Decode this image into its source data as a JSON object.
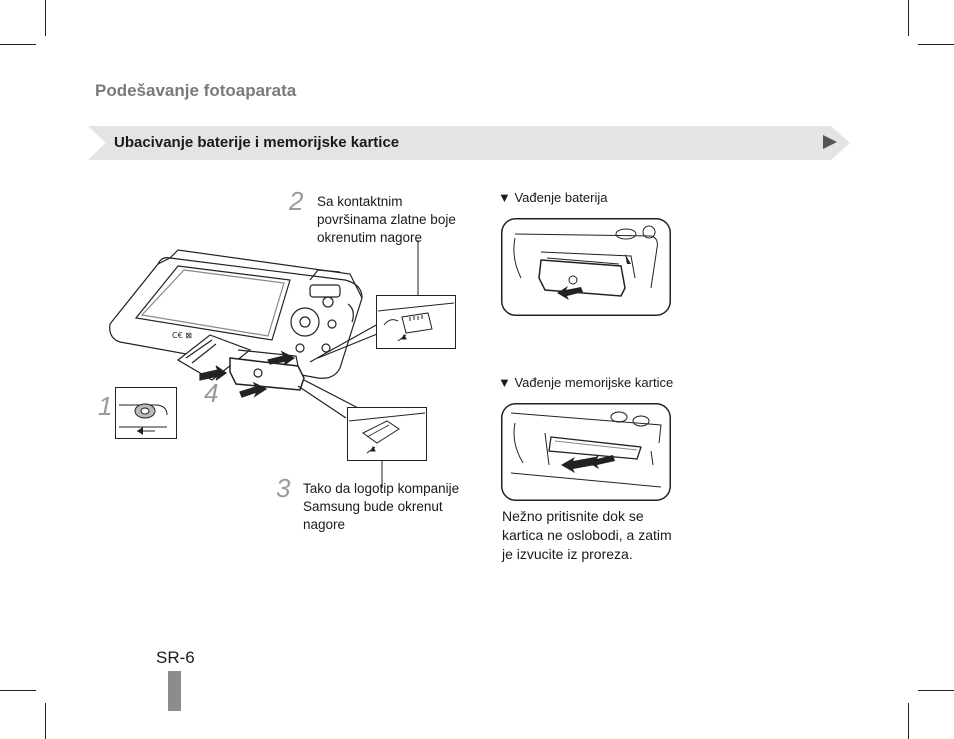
{
  "header": {
    "section_title": "Podešavanje fotoaparata",
    "banner_title": "Ubacivanje baterije i memorijske kartice"
  },
  "steps": [
    {
      "number": "1",
      "text": ""
    },
    {
      "number": "2",
      "text": "Sa kontaktnim površinama zlatne boje okrenutim nagore"
    },
    {
      "number": "3",
      "text": "Tako da logotip kompanije Samsung bude okrenut nagore"
    },
    {
      "number": "4",
      "text": ""
    }
  ],
  "right": {
    "battery_heading": "▼ Vađenje baterija",
    "card_heading": "▼ Vađenje memorijske kartice",
    "card_note": "Nežno pritisnite dok se kartica ne oslobodi, a zatim je izvucite iz proreza."
  },
  "footer": {
    "page_number": "SR-6"
  },
  "icons": [
    "triangle-right-icon",
    "crop-mark-icon"
  ],
  "colors": {
    "banner": "#e4e4e4",
    "section_title": "#7a7a7a",
    "page_bar": "#8c8c8c"
  }
}
